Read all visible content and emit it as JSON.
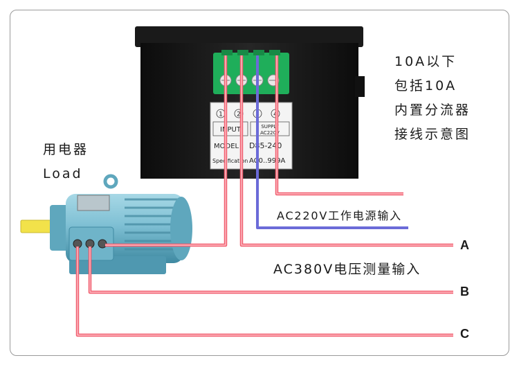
{
  "description_lines": [
    "10A以下",
    "包括10A",
    "内置分流器",
    "接线示意图"
  ],
  "load_lines": [
    "用电器",
    "Load"
  ],
  "meter": {
    "terminal_numbers": [
      "1",
      "2",
      "3",
      "4"
    ],
    "input_label": "INPUT",
    "supply_label": "SUPPLY",
    "supply_voltage": "AC220V",
    "model_label": "MODEL",
    "model_value": "D85-240",
    "spec_label": "Specification",
    "spec_value": "AC0..999A"
  },
  "ac220_label": "AC220V工作电源输入",
  "ac380_label": "AC380V电压测量输入",
  "phases": [
    "A",
    "B",
    "C"
  ],
  "colors": {
    "red_wire": "#f06070",
    "red_wire_core": "#ffc0c8",
    "blue_wire": "#6b6bd8",
    "meter_body": "#141414",
    "terminal_green": "#1fae5a",
    "motor_body": "#7fc0d4",
    "motor_shaft": "#f2e24a"
  }
}
